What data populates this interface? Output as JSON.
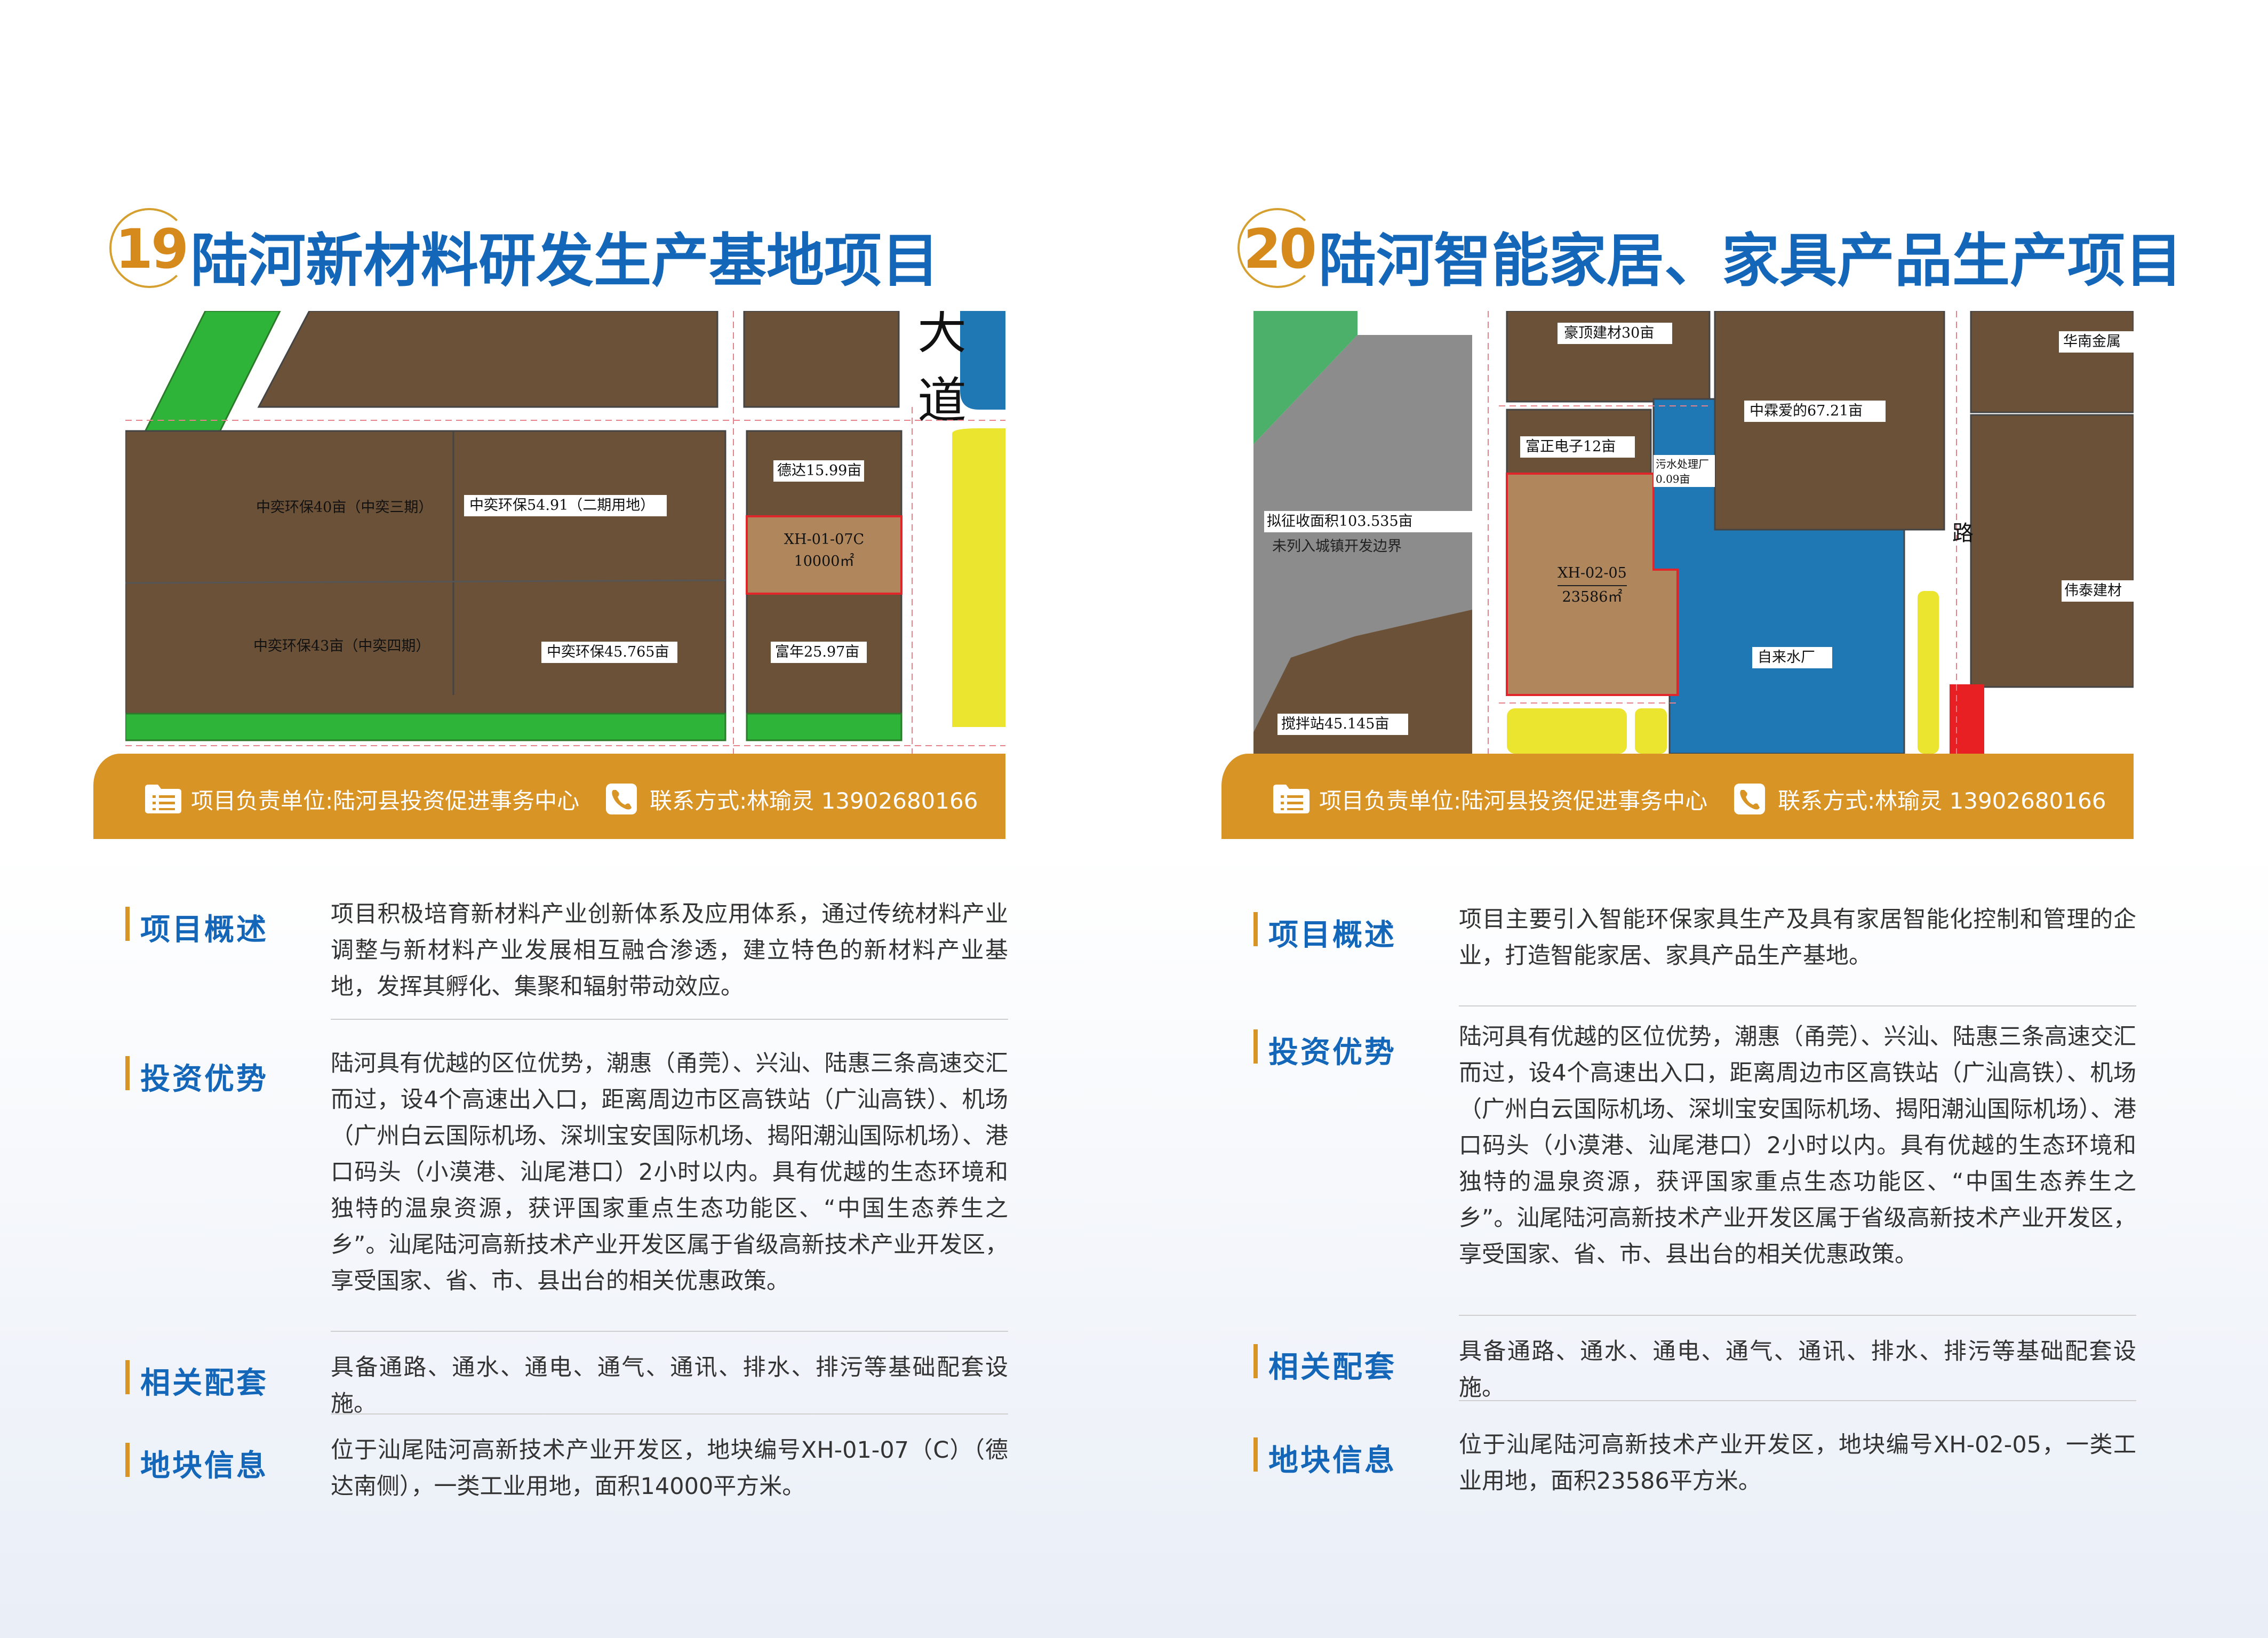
{
  "left": {
    "number": "19",
    "title": "陆河新材料研发生产基地项目",
    "map": {
      "road_label_1": "大",
      "road_label_2": "道",
      "lots": [
        "中奕环保40亩（中奕三期）",
        "中奕环保54.91（二期用地）",
        "德达15.99亩",
        "中奕环保43亩（中奕四期）",
        "中奕环保45.765亩",
        "富年25.97亩"
      ],
      "target_id": "XH-01-07C",
      "target_area": "10000㎡"
    },
    "contact": {
      "unit": "项目负责单位:陆河县投资促进事务中心",
      "phone": "联系方式:林瑜灵  13902680166"
    },
    "sections": [
      {
        "label": "项目概述",
        "text": "项目积极培育新材料产业创新体系及应用体系，通过传统材料产业调整与新材料产业发展相互融合渗透，建立特色的新材料产业基地，发挥其孵化、集聚和辐射带动效应。"
      },
      {
        "label": "投资优势",
        "text": "陆河具有优越的区位优势，潮惠（甬莞）、兴汕、陆惠三条高速交汇而过，设4个高速出入口，距离周边市区高铁站（广汕高铁）、机场（广州白云国际机场、深圳宝安国际机场、揭阳潮汕国际机场）、港口码头（小漠港、汕尾港口）2小时以内。具有优越的生态环境和独特的温泉资源，获评国家重点生态功能区、“中国生态养生之乡”。汕尾陆河高新技术产业开发区属于省级高新技术产业开发区，享受国家、省、市、县出台的相关优惠政策。"
      },
      {
        "label": "相关配套",
        "text": "具备通路、通水、通电、通气、通讯、排水、排污等基础配套设施。"
      },
      {
        "label": "地块信息",
        "text": "位于汕尾陆河高新技术产业开发区，地块编号XH-01-07（C）（德达南侧），一类工业用地，面积14000平方米。"
      }
    ]
  },
  "right": {
    "number": "20",
    "title": "陆河智能家居、家具产品生产项目",
    "map": {
      "road_label": "路",
      "lots": [
        "豪顶建材30亩",
        "中霖爱的67.21亩",
        "华南金属",
        "富正电子12亩",
        "污水处理厂",
        "0.09亩",
        "拟征收面积103.535亩",
        "未列入城镇开发边界",
        "伟泰建材",
        "自来水厂",
        "搅拌站45.145亩"
      ],
      "target_id": "XH-02-05",
      "target_area": "23586㎡"
    },
    "contact": {
      "unit": "项目负责单位:陆河县投资促进事务中心",
      "phone": "联系方式:林瑜灵  13902680166"
    },
    "sections": [
      {
        "label": "项目概述",
        "text": "项目主要引入智能环保家具生产及具有家居智能化控制和管理的企业，打造智能家居、家具产品生产基地。"
      },
      {
        "label": "投资优势",
        "text": "陆河具有优越的区位优势，潮惠（甬莞）、兴汕、陆惠三条高速交汇而过，设4个高速出入口，距离周边市区高铁站（广汕高铁）、机场（广州白云国际机场、深圳宝安国际机场、揭阳潮汕国际机场）、港口码头（小漠港、汕尾港口）2小时以内。具有优越的生态环境和独特的温泉资源，获评国家重点生态功能区、“中国生态养生之乡”。汕尾陆河高新技术产业开发区属于省级高新技术产业开发区，享受国家、省、市、县出台的相关优惠政策。"
      },
      {
        "label": "相关配套",
        "text": "具备通路、通水、通电、通气、通讯、排水、排污等基础配套设施。"
      },
      {
        "label": "地块信息",
        "text": "位于汕尾陆河高新技术产业开发区，地块编号XH-02-05，一类工业用地，面积23586平方米。"
      }
    ]
  }
}
